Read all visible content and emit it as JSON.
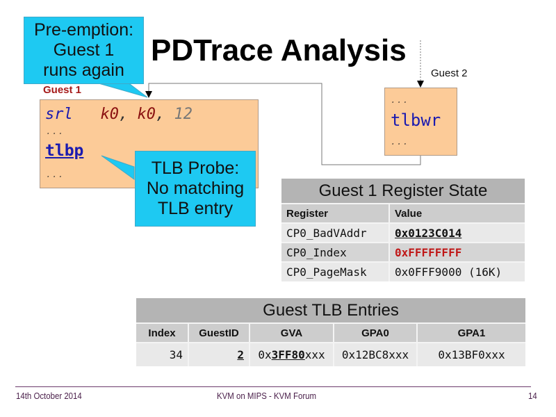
{
  "slide": {
    "title": "PDTrace Analysis",
    "callouts": {
      "preemption": [
        "Pre-emption:",
        "Guest 1",
        "runs again"
      ],
      "tlb_probe": [
        "TLB Probe:",
        "No matching",
        "TLB entry"
      ]
    },
    "guest1": {
      "label": "Guest 1",
      "instr": "srl",
      "arg1": "k0",
      "comma1": ",",
      "arg2": "k0",
      "comma2": ",",
      "arg3": "12",
      "ellipsis1": "...",
      "tlbp": "tlbp",
      "ellipsis2": "..."
    },
    "guest2": {
      "label": "Guest 2",
      "ellipsis1": "...",
      "tlbwr": "tlbwr",
      "ellipsis2": "..."
    },
    "register_table": {
      "title": "Guest 1 Register State",
      "headers": [
        "Register",
        "Value"
      ],
      "rows": [
        {
          "register": "CP0_BadVAddr",
          "value": "0x0123C014"
        },
        {
          "register": "CP0_Index",
          "value": "0xFFFFFFFF"
        },
        {
          "register": "CP0_PageMask",
          "value": "0x0FFF9000 (16K)"
        }
      ]
    },
    "tlb_table": {
      "title": "Guest TLB Entries",
      "headers": [
        "Index",
        "GuestID",
        "GVA",
        "GPA0",
        "GPA1"
      ],
      "row": {
        "index": "34",
        "guestid": "2",
        "gva_prefix": "0x",
        "gva_bold": "3FF80",
        "gva_suffix": "xxx",
        "gpa0": "0x12BC8xxx",
        "gpa1": "0x13BF0xxx"
      }
    },
    "footer": {
      "date": "14th October 2014",
      "center": "KVM on MIPS - KVM Forum",
      "page": "14"
    },
    "colors": {
      "callout": "#1ec9f2",
      "code_box": "#fccb98",
      "guest1_label": "#a51a1a",
      "keyword_blue": "#1a1ab0",
      "register_red": "#8a1010",
      "index_red": "#c01818",
      "footer": "#4a1f4a"
    }
  }
}
